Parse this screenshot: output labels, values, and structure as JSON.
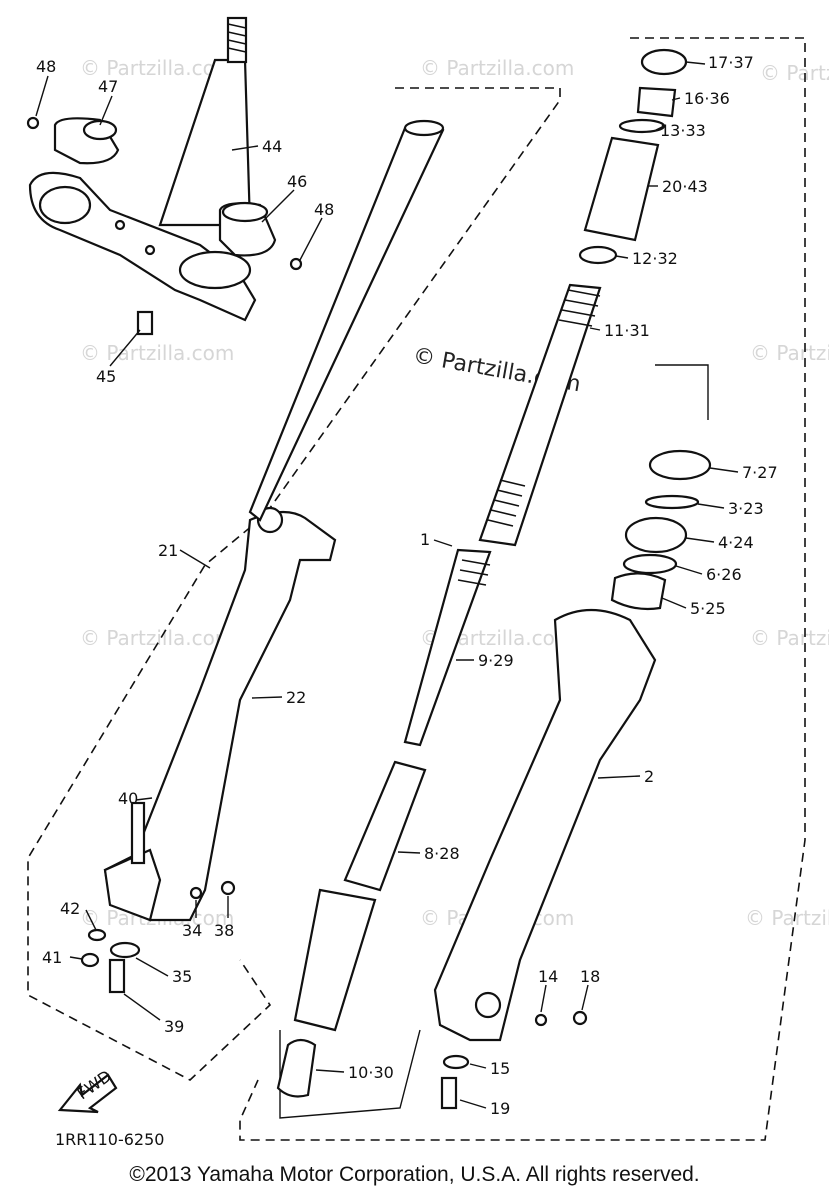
{
  "watermark": {
    "main": "© Partzilla.com",
    "tile": "© Partzilla.com"
  },
  "part_labels": {
    "p48a": "48",
    "p47": "47",
    "p44": "44",
    "p46": "46",
    "p48b": "48",
    "p45": "45",
    "p17": "17·37",
    "p16": "16·36",
    "p13": "13·33",
    "p20": "20·43",
    "p12": "12·32",
    "p11": "11·31",
    "p7": "7·27",
    "p3": "3·23",
    "p4": "4·24",
    "p6": "6·26",
    "p5": "5·25",
    "p1": "1",
    "p21": "21",
    "p22": "22",
    "p9": "9·29",
    "p2": "2",
    "p40": "40",
    "p8": "8·28",
    "p42": "42",
    "p34": "34",
    "p38": "38",
    "p41": "41",
    "p35": "35",
    "p39": "39",
    "p14": "14",
    "p18": "18",
    "p10": "10·30",
    "p15": "15",
    "p19": "19"
  },
  "fwd_label": "FWD",
  "diagram_code": "1RR110-6250",
  "copyright": "©2013 Yamaha Motor Corporation, U.S.A. All rights reserved."
}
